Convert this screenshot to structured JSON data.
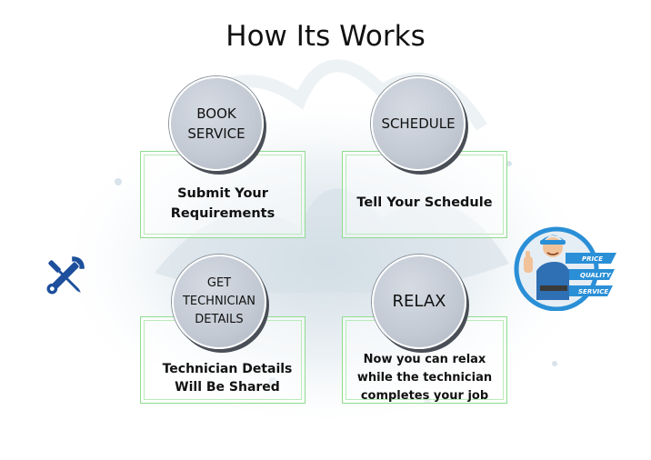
{
  "title": "How Its Works",
  "steps": [
    {
      "circle_label": "BOOK\nSERVICE",
      "description": "Submit Your\nRequirements"
    },
    {
      "circle_label": "SCHEDULE",
      "description": "Tell Your Schedule"
    },
    {
      "circle_label": "GET\nTECHNICIAN\nDETAILS",
      "description": "Technician Details\nWill Be Shared"
    },
    {
      "circle_label": "RELAX",
      "description": "Now you can relax\nwhile the technician\ncompletes your job"
    }
  ],
  "mascot": {
    "labels": [
      "PRICE",
      "QUALITY",
      "SERVICE"
    ]
  },
  "icons": {
    "left": "wrench-screwdriver-icon",
    "right": "technician-thumbs-up-icon"
  },
  "colors": {
    "box_border": "#8fdc8f",
    "circle_fill": "#c2c9d3",
    "icon_blue": "#1d4f9c",
    "badge_blue": "#2a8fd6"
  }
}
